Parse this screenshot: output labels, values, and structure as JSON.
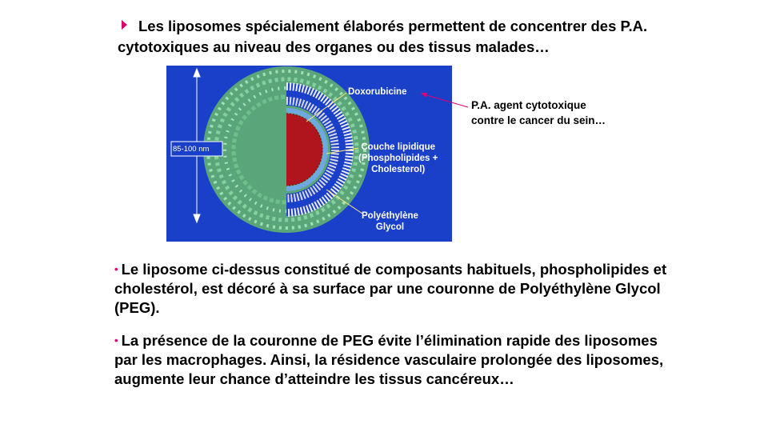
{
  "slide": {
    "intro": "Les liposomes spécialement élaborés permettent de concentrer des P.A. cytotoxiques au niveau des organes ou des tissus malades…",
    "figure": {
      "labels": {
        "size": "85-100 nm",
        "doxorubicine": "Doxorubicine",
        "couche_1": "Couche lipidique",
        "couche_2": "(Phospholipides +",
        "couche_3": "Cholesterol)",
        "peg_1": "Polyéthylène",
        "peg_2": "Glycol"
      },
      "colors": {
        "background": "#1a40c9",
        "peg_corona": "#7fc79a",
        "core": "#b0141c",
        "lipid": "#e8e8ee"
      }
    },
    "annotation": {
      "line1": "P.A. agent cytotoxique",
      "line2": "contre le cancer du sein…"
    },
    "paragraphs": [
      {
        "text": "Le liposome ci-dessus constitué de composants habituels, phospholipides et cholestérol, est décoré à sa surface par une couronne de Polyéthylène Glycol (PEG)."
      },
      {
        "text": "La présence de la couronne de PEG évite l’élimination rapide des liposomes par les macrophages. Ainsi, la résidence vasculaire prolongée des liposomes, augmente leur chance d’atteindre les tissus cancéreux…"
      }
    ],
    "colors": {
      "accent": "#e0006e"
    }
  }
}
